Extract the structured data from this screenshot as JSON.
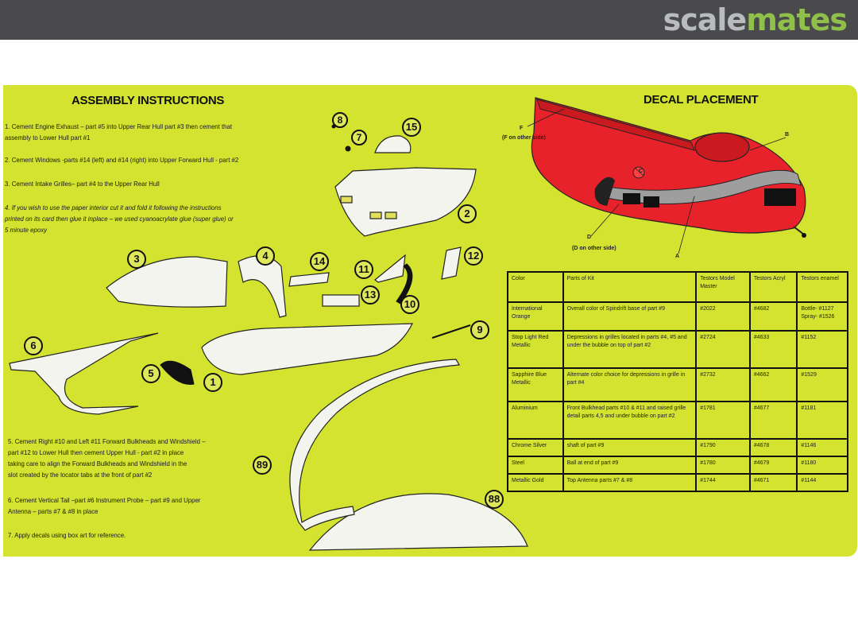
{
  "brand": {
    "part1": "scale",
    "part2": "mates"
  },
  "assembly": {
    "title": "ASSEMBLY INSTRUCTIONS",
    "steps": [
      "1.  Cement Engine Exhaust – part #5 into Upper Rear Hull part #3 then cement that",
      "assembly to Lower Hull part #1",
      "2.  Cement Windows -parts #14 (left) and #14 (right) into Upper Forward Hull - part #2",
      "3.  Cement Intake Grilles– part #4 to the Upper Rear Hull",
      "4.  If you wish to use the paper interior cut it and fold it following the instructions",
      "printed on its card then glue it inplace – we used cyanoacrylate glue (super glue) or",
      "5 minute epoxy",
      "5.  Cement Right #10 and Left #11 Forward Bulkheads and Windshield –",
      "part #12 to Lower Hull then cement Upper Hull - part #2 in place",
      "taking care to align the Forward Bulkheads and Windshield in the",
      "slot created by the locator tabs at the front of part #2",
      "6.  Cement Vertical Tail –part #6 Instrument Probe – part #9 and Upper",
      "Antenna – parts #7 & #8 in place",
      "7.  Apply decals using box art for reference."
    ]
  },
  "part_numbers": [
    "1",
    "2",
    "3",
    "4",
    "5",
    "6",
    "7",
    "8",
    "9",
    "10",
    "11",
    "12",
    "13",
    "14",
    "15",
    "88",
    "89"
  ],
  "decal": {
    "title": "DECAL PLACEMENT",
    "callouts": [
      "F",
      "(F on other side)",
      "B",
      "C",
      "D",
      "(D on other side)",
      "A"
    ]
  },
  "paint_table": {
    "headers": [
      "Color",
      "Parts of Kit",
      "Testors Model Master",
      "Testors Acryl",
      "Testors enamel"
    ],
    "rows": [
      [
        "International Orange",
        "Overall color of Spindrift base of part #9",
        "#2022",
        "#4682",
        "Bottle- #1127 Spray- #1526"
      ],
      [
        "Stop Light Red Metallic",
        "Depressions in grilles located in parts #4, #5 and under the bubble on top of part #2",
        "#2724",
        "#4633",
        "#1152"
      ],
      [
        "Sapphire Blue Metallic",
        "Alternate color choice for depressions in grille in part #4",
        "#2732",
        "#4662",
        "#1529"
      ],
      [
        "Aluminium",
        "Front Bulkhead parts #10 & #11 and raised grille detail parts 4,5 and under bubble on part #2",
        "#1781",
        "#4677",
        "#1181"
      ],
      [
        "Chrome Silver",
        "shaft of part #9",
        "#1790",
        "#4678",
        "#1146"
      ],
      [
        "Steel",
        "Ball at end of part #9",
        "#1780",
        "#4679",
        "#1180"
      ],
      [
        "Metallic Gold",
        "Top Antenna parts #7 & #8",
        "#1744",
        "#4671",
        "#1144"
      ]
    ]
  },
  "colors": {
    "sheet": "#d3e32f",
    "hull_red": "#e8222a",
    "topbar": "#4a4a4c",
    "brand_green": "#8fc04a"
  }
}
